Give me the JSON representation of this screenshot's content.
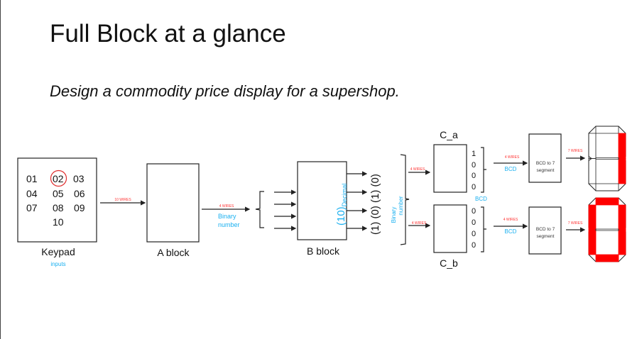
{
  "slide": {
    "title": "Full Block at a glance",
    "subtitle": "Design a commodity price display for a supershop."
  },
  "keypad": {
    "label": "Keypad",
    "sublabel": "inputs",
    "keys": [
      "01",
      "02",
      "03",
      "04",
      "05",
      "06",
      "07",
      "08",
      "09",
      "10"
    ],
    "selected_key": "02"
  },
  "wires": {
    "keypad_to_a": "10 WIRES",
    "a_to_b": "4 WIRES",
    "a_to_b_desc": "Binary number",
    "to_ca": "4 WIRES",
    "to_cb": "4 WIRES",
    "ca_to_dec": "4 WIRES",
    "cb_to_dec": "4 WIRES",
    "bcd_label": "BCD",
    "dec_a_to_seg": "7 WIRES",
    "dec_b_to_seg": "7 WIRES"
  },
  "blocks": {
    "a": "A block",
    "b": "B block",
    "b_value": "(10)",
    "b_value_sub": "Decimal",
    "b_outputs": "(1) (0) (1) (0)",
    "binary_label_1": "Binary",
    "binary_label_2": "number",
    "ca": "C_a",
    "cb": "C_b",
    "ca_bits": [
      "1",
      "0",
      "0",
      "0"
    ],
    "cb_bits": [
      "0",
      "0",
      "0",
      "0"
    ],
    "bcd_caption": "BCD",
    "decoder_line1": "BCD to 7",
    "decoder_line2": "segment"
  },
  "displays": [
    {
      "digit": "1",
      "on_segments": [
        "b",
        "c"
      ]
    },
    {
      "digit": "0",
      "on_segments": [
        "a",
        "b",
        "c",
        "d",
        "e",
        "f"
      ]
    }
  ],
  "colors": {
    "segment_on": "#ff0000",
    "wire_label": "#ff3333",
    "annotation": "#1ab0f0"
  }
}
